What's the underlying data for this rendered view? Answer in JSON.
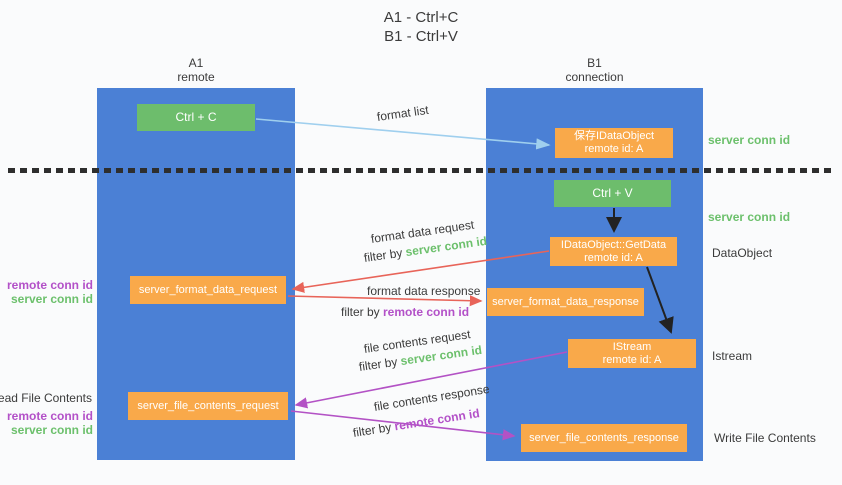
{
  "title": {
    "line1": "A1 - Ctrl+C",
    "line2": "B1 - Ctrl+V"
  },
  "columns": {
    "a1": {
      "name": "A1",
      "subtitle": "remote"
    },
    "b1": {
      "name": "B1",
      "subtitle": "connection"
    }
  },
  "nodes": {
    "ctrl_c": "Ctrl + C",
    "ctrl_v": "Ctrl + V",
    "save_dataobject": {
      "line1": "保存IDataObject",
      "line2": "remote id: A"
    },
    "getdata": {
      "line1": "IDataObject::GetData",
      "line2": "remote id: A"
    },
    "istream": {
      "line1": "IStream",
      "line2": "remote id: A"
    },
    "format_request": "server_format_data_request",
    "format_response": "server_format_data_response",
    "file_request": "server_file_contents_request",
    "file_response": "server_file_contents_response"
  },
  "flows": {
    "format_list": "format list",
    "format_data_request": {
      "text": "format data request",
      "filter_prefix": "filter by ",
      "filter_key": "server conn id"
    },
    "format_data_response": {
      "text": "format data response",
      "filter_prefix": "filter by ",
      "filter_key": "remote conn id"
    },
    "file_contents_request": {
      "text": "file contents request",
      "filter_prefix": "filter by ",
      "filter_key": "server conn id"
    },
    "file_contents_response": {
      "text": "file contents response",
      "filter_prefix": "filter by ",
      "filter_key": "remote conn id"
    }
  },
  "right_labels": {
    "server_conn_id_top": "server conn id",
    "server_conn_id_mid": "server conn id",
    "dataobject": "DataObject",
    "istream": "Istream",
    "write_file_contents": "Write File Contents"
  },
  "left_labels": {
    "remote_conn_id_top": "remote conn id",
    "server_conn_id_top": "server conn id",
    "read_file_contents": "Read File Contents",
    "remote_conn_id_bottom": "remote conn id",
    "server_conn_id_bottom": "server conn id"
  },
  "colors": {
    "col_blue": "#4b80d5",
    "box_green": "#6dbd6c",
    "box_orange": "#f9a94a",
    "txt_green": "#6cc06c",
    "txt_purple": "#b351c8",
    "txt_dark": "#3b3b3b",
    "arrow_red": "#e86459",
    "arrow_purple": "#b352c5",
    "arrow_blue": "#9fcfee",
    "arrow_black": "#222222"
  }
}
